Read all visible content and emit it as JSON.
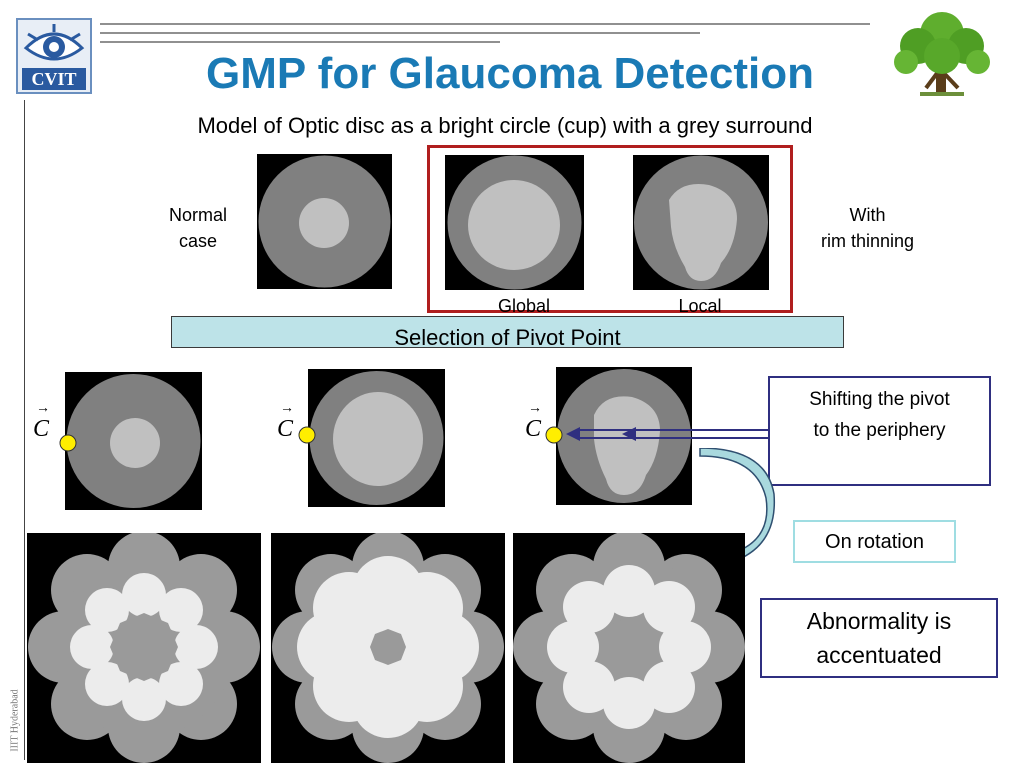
{
  "header": {
    "logo_text": "CVIT",
    "title": "GMP for Glaucoma Detection",
    "subtitle": "Model of Optic disc as a bright circle (cup) with a grey surround"
  },
  "top_row": {
    "normal_label": "Normal\ncase",
    "rim_label": "With\nrim thinning",
    "global_label": "Global",
    "local_label": "Local"
  },
  "pivot_bar": {
    "label": "Selection of Pivot Point"
  },
  "middle_row": {
    "c_symbol": "C",
    "shift_callout": "Shifting the pivot\nto the periphery"
  },
  "callouts": {
    "rotation": "On rotation",
    "abnormality": "Abnormality is\naccentuated"
  },
  "footer": {
    "institution": "IIIT Hyderabad"
  },
  "colors": {
    "title_blue": "#1a7ab5",
    "disc_grey": "#808080",
    "cup_light": "#c0c0c0",
    "bright": "#ececec",
    "pivot_yellow": "#ffee00",
    "frame_red": "#b01e1e",
    "callout_navy": "#2f2f80",
    "bar_cyan": "#bde3e8"
  }
}
